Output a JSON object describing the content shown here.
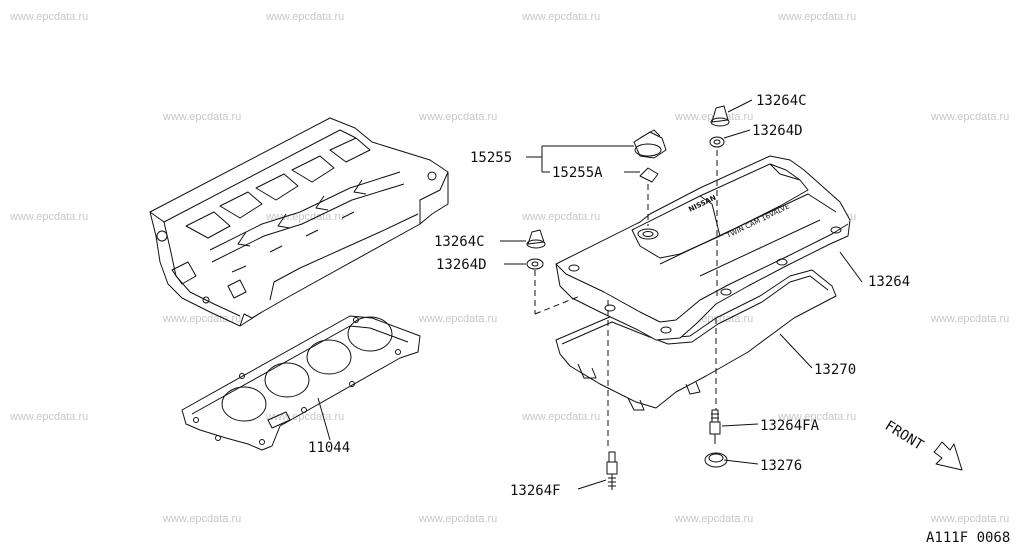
{
  "watermark": "www.epcdata.ru",
  "diagram_code": "A111F 0068",
  "cover_text": {
    "brand": "NISSAN",
    "engine": "TWIN CAM 16VALVE"
  },
  "direction": "FRONT",
  "parts": {
    "p13264C_top": "13264C",
    "p13264D_top": "13264D",
    "p15255": "15255",
    "p15255A": "15255A",
    "p13264C_left": "13264C",
    "p13264D_left": "13264D",
    "p13264": "13264",
    "p13270": "13270",
    "p13264FA": "13264FA",
    "p13276": "13276",
    "p13264F": "13264F",
    "p11044": "11044"
  }
}
